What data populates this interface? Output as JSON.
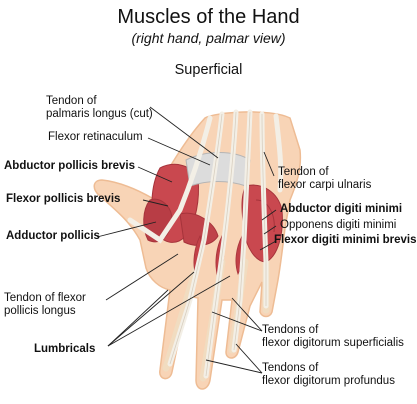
{
  "title": "Muscles of the Hand",
  "subtitle": "(right hand, palmar view)",
  "section": "Superficial",
  "colors": {
    "skin": "#f8d4b6",
    "skin_edge": "#eebc94",
    "muscle": "#c9484f",
    "muscle_dark": "#a6333b",
    "tendon": "#f3efe6",
    "bone": "#f1dcc0",
    "leader": "#222222"
  },
  "labels": {
    "palmaris": [
      "Tendon of",
      "palmaris longus (cut)"
    ],
    "retinaculum": "Flexor retinaculum",
    "abd_poll_brevis": "Abductor pollicis brevis",
    "flex_poll_brevis": "Flexor pollicis brevis",
    "add_pollicis": "Adductor pollicis",
    "tendon_fpl": [
      "Tendon of flexor",
      "pollicis longus"
    ],
    "lumbricals": "Lumbricals",
    "tendon_fcu": [
      "Tendon of",
      "flexor carpi ulnaris"
    ],
    "abd_dig_min": "Abductor digiti minimi",
    "opponens": "Opponens digiti minimi",
    "flex_dig_min": "Flexor digiti minimi brevis",
    "fds": [
      "Tendons of",
      "flexor digitorum superficialis"
    ],
    "fdp": [
      "Tendons of",
      "flexor digitorum profundus"
    ]
  }
}
